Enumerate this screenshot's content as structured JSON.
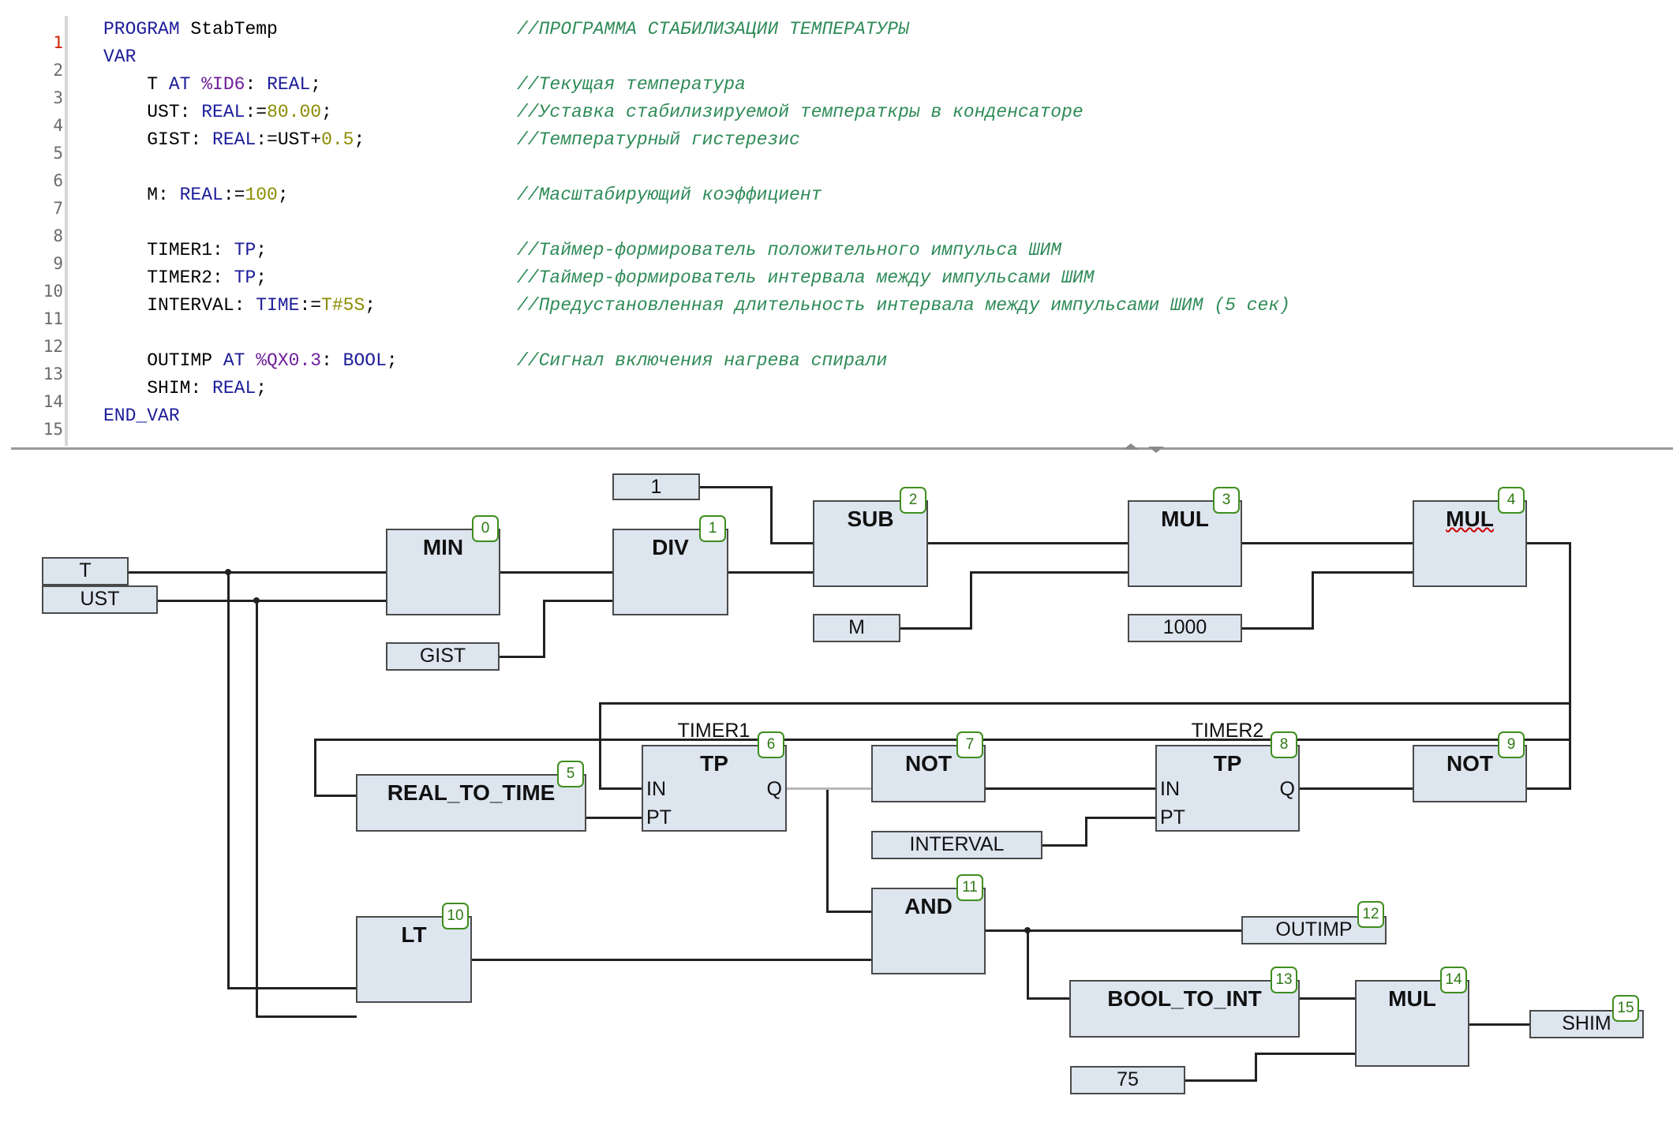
{
  "editor": {
    "line_numbers": [
      "1",
      "2",
      "3",
      "4",
      "5",
      "6",
      "7",
      "8",
      "9",
      "10",
      "11",
      "12",
      "13",
      "14",
      "15"
    ],
    "lines": {
      "l1": {
        "kw1": "PROGRAM",
        "name": " StabTemp",
        "comment": "//ПРОГРАММА СТАБИЛИЗАЦИИ ТЕМПЕРАТУРЫ"
      },
      "l2": {
        "kw1": "VAR"
      },
      "l3": {
        "a": "    T ",
        "kw1": "AT",
        "addr": " %ID6",
        "b": ": ",
        "kw2": "REAL",
        "c": ";",
        "comment": "//Текущая температура"
      },
      "l4": {
        "a": "    UST: ",
        "kw1": "REAL",
        "b": ":=",
        "num": "80.00",
        "c": ";",
        "comment": "//Уставка стабилизируемой температкры в конденсаторе"
      },
      "l5": {
        "a": "    GIST: ",
        "kw1": "REAL",
        "b": ":=UST+",
        "num": "0.5",
        "c": ";",
        "comment": "//Температурный гистерезис"
      },
      "l7": {
        "a": "    M: ",
        "kw1": "REAL",
        "b": ":=",
        "num": "100",
        "c": ";",
        "comment": "//Масштабирующий коэффициент"
      },
      "l9": {
        "a": "    TIMER1: ",
        "kw1": "TP",
        "c": ";",
        "comment": "//Таймер-формирователь положительного импульса ШИМ"
      },
      "l10": {
        "a": "    TIMER2: ",
        "kw1": "TP",
        "c": ";",
        "comment": "//Таймер-формирователь интервала между импульсами ШИМ"
      },
      "l11": {
        "a": "    INTERVAL: ",
        "kw1": "TIME",
        "b": ":=",
        "num": "T#5S",
        "c": ";",
        "comment": "//Предустановленная длительность интервала между импульсами ШИМ (5 сек)"
      },
      "l13": {
        "a": "    OUTIMP ",
        "kw1": "AT",
        "addr": " %QX0.3",
        "b": ": ",
        "kw2": "BOOL",
        "c": ";",
        "comment": "//Сигнал включения нагрева спирали"
      },
      "l14": {
        "a": "    SHIM: ",
        "kw1": "REAL",
        "c": ";"
      },
      "l15": {
        "kw1": "END_VAR"
      }
    }
  },
  "diagram": {
    "vars": {
      "t": "T",
      "ust": "UST",
      "gist": "GIST",
      "one": "1",
      "m": "M",
      "k1000": "1000",
      "interval": "INTERVAL",
      "outimp": "OUTIMP",
      "k75": "75",
      "shim": "SHIM"
    },
    "blocks": {
      "min": {
        "title": "MIN",
        "id": "0"
      },
      "div": {
        "title": "DIV",
        "id": "1"
      },
      "sub": {
        "title": "SUB",
        "id": "2"
      },
      "mul3": {
        "title": "MUL",
        "id": "3"
      },
      "mul4": {
        "title": "MUL",
        "id": "4"
      },
      "r2t": {
        "title": "REAL_TO_TIME",
        "id": "5"
      },
      "tp6": {
        "title": "TP",
        "id": "6",
        "instance": "TIMER1",
        "in": "IN",
        "pt": "PT",
        "q": "Q"
      },
      "not7": {
        "title": "NOT",
        "id": "7"
      },
      "tp8": {
        "title": "TP",
        "id": "8",
        "instance": "TIMER2",
        "in": "IN",
        "pt": "PT",
        "q": "Q"
      },
      "not9": {
        "title": "NOT",
        "id": "9"
      },
      "lt": {
        "title": "LT",
        "id": "10"
      },
      "and": {
        "title": "AND",
        "id": "11"
      },
      "b2i": {
        "title": "BOOL_TO_INT",
        "id": "13"
      },
      "mul14": {
        "title": "MUL",
        "id": "14"
      }
    },
    "out_ids": {
      "outimp": "12",
      "shim": "15"
    }
  }
}
